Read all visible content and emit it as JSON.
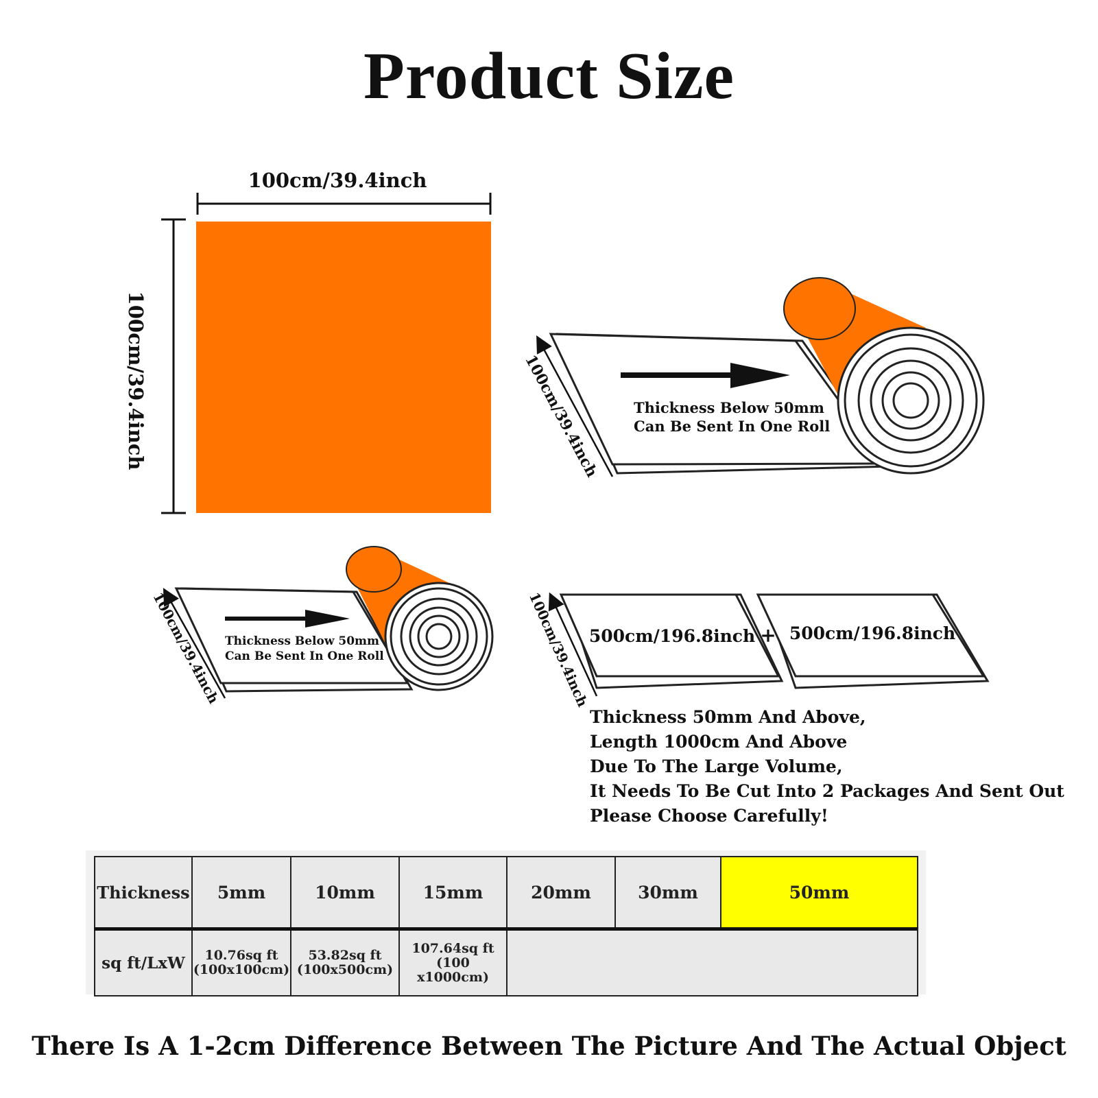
{
  "title": "Product Size",
  "sheet": {
    "color": "#ff7300",
    "width_label": "100cm/39.4inch",
    "height_label": "100cm/39.4inch"
  },
  "roll_large": {
    "width_label": "100cm/39.4inch",
    "note_line1": "Thickness Below 50mm",
    "note_line2": "Can Be Sent In One Roll"
  },
  "roll_small": {
    "width_label": "100cm/39.4inch",
    "note_line1": "Thickness Below 50mm",
    "note_line2": "Can Be Sent In One Roll"
  },
  "split_pack": {
    "width_label": "100cm/39.4inch",
    "piece1_label": "500cm/196.8inch",
    "plus": "+",
    "piece2_label": "500cm/196.8inch"
  },
  "notes": [
    "Thickness 50mm And Above,",
    "Length 1000cm And Above",
    "Due To The Large Volume,",
    "It Needs To Be Cut Into 2 Packages And Sent Out",
    "Please Choose Carefully!"
  ],
  "table": {
    "row1_header": "Thickness",
    "thickness": [
      "5mm",
      "10mm",
      "15mm",
      "20mm",
      "30mm",
      "50mm"
    ],
    "highlight_color": "#ffff00",
    "row2_header": "sq ft/LxW",
    "area": [
      {
        "sqft": "10.76sq ft",
        "dims": "(100x100cm)"
      },
      {
        "sqft": "53.82sq ft",
        "dims": "(100x500cm)"
      },
      {
        "sqft": "107.64sq ft",
        "dims": "(100  x1000cm)"
      }
    ]
  },
  "footer": "There Is A 1-2cm Difference Between The Picture And The Actual Object"
}
